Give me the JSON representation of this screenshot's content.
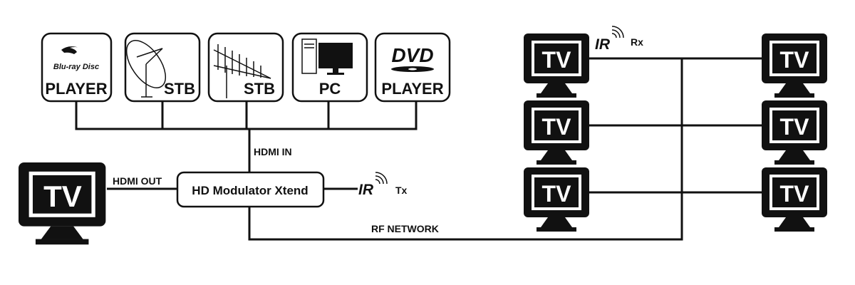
{
  "sources": [
    {
      "label": "PLAYER",
      "logo": "Blu-ray Disc",
      "icon": "bluray-logo-icon"
    },
    {
      "label": "STB",
      "icon": "satellite-dish-icon"
    },
    {
      "label": "STB",
      "icon": "antenna-icon"
    },
    {
      "label": "PC",
      "icon": "desktop-pc-icon"
    },
    {
      "label": "PLAYER",
      "logo": "DVD",
      "icon": "dvd-logo-icon"
    }
  ],
  "hdmi_in_label": "HDMI IN",
  "hdmi_out_label": "HDMI OUT",
  "modulator_label": "HD Modulator Xtend",
  "ir_text": "IR",
  "tx_label": "Tx",
  "rx_label": "Rx",
  "rf_network_label": "RF NETWORK",
  "tv_label": "TV"
}
